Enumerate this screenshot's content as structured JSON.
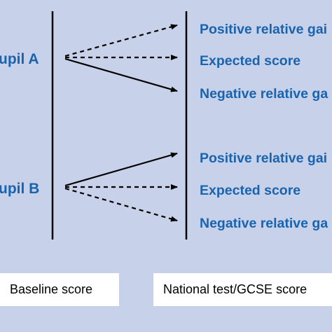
{
  "pupils": [
    {
      "label": "upil A",
      "outcomes": [
        {
          "label": "Positive relative gai",
          "arrow": "dashed"
        },
        {
          "label": "Expected score",
          "arrow": "dashed"
        },
        {
          "label": "Negative relative ga",
          "arrow": "solid"
        }
      ]
    },
    {
      "label": "upil B",
      "outcomes": [
        {
          "label": "Positive relative gai",
          "arrow": "solid"
        },
        {
          "label": "Expected score",
          "arrow": "dashed"
        },
        {
          "label": "Negative relative ga",
          "arrow": "dashed"
        }
      ]
    }
  ],
  "footer": {
    "baseline_label": "Baseline score",
    "national_label": "National test/GCSE score"
  },
  "colors": {
    "background": "#c8d1ea",
    "label_blue": "#1a63ad",
    "box": "#ffffff"
  }
}
